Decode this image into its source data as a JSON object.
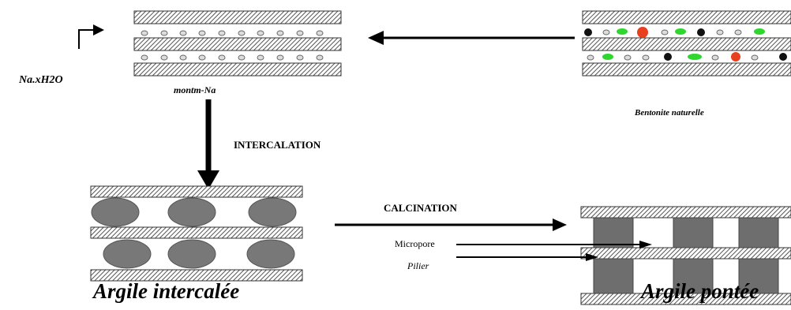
{
  "labels": {
    "hydrated_na": "Na.xH2O",
    "montm_na": "montm-Na",
    "natural_bentonite": "Bentonite naturelle",
    "intercalation": "INTERCALATION",
    "calcination": "CALCINATION",
    "micropore": "Micropore",
    "pillar": "Pilier",
    "intercalated_clay": "Argile intercalée",
    "pillared_clay": "Argile pontée"
  },
  "colors": {
    "layer_hatch": "#5a5a5a",
    "sphere_fill": "#787878",
    "pillar_fill": "#6e6e6e",
    "cation_green": "#2fd62f",
    "cation_red": "#e8401f",
    "cation_black": "#111111"
  }
}
